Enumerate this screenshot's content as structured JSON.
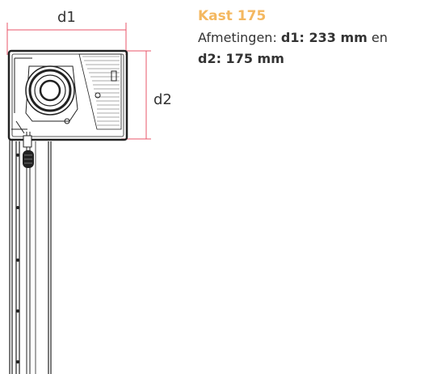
{
  "diagram": {
    "dim_d1": "d1",
    "dim_d2": "d2"
  },
  "info": {
    "title": "Kast 175",
    "desc_prefix": "Afmetingen: ",
    "d1_value": "d1: 233 mm",
    "desc_middle": " en",
    "d2_value": "d2: 175 mm"
  },
  "colors": {
    "title": "#f4b860",
    "dimension_line": "#e8546a",
    "drawing": "#222222"
  }
}
